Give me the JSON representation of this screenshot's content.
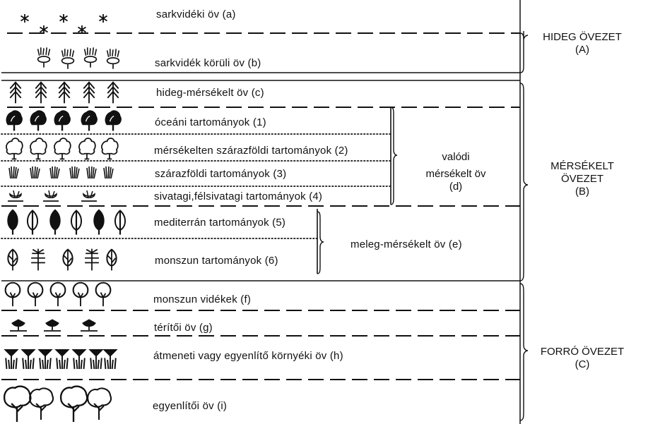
{
  "belts": {
    "a": "sarkvidéki öv (a)",
    "b": "sarkvidék körüli öv (b)",
    "c": "hideg-mérsékelt öv (c)",
    "p1": "óceáni tartományok (1)",
    "p2": "mérsékelten szárazföldi tartományok (2)",
    "p3": "szárazföldi tartományok (3)",
    "p4": "sivatagi,félsivatagi tartományok (4)",
    "p5": "mediterrán tartományok (5)",
    "p6": "monszun tartományok (6)",
    "f": "monszun vidékek (f)",
    "g": "térítői öv (g)",
    "h": "átmeneti vagy egyenlítő környéki öv (h)",
    "i": "egyenlítői öv (i)"
  },
  "groups": {
    "d_line1": "valódi",
    "d_line2": "mérsékelt öv",
    "d_line3": "(d)",
    "e": "meleg-mérsékelt öv (e)"
  },
  "zones": {
    "cold_line1": "HIDEG ÖVEZET",
    "cold_line2": "(A)",
    "temperate_line1": "MÉRSÉKELT",
    "temperate_line2": "ÖVEZET",
    "temperate_line3": "(B)",
    "hot_line1": "FORRÓ ÖVEZET",
    "hot_line2": "(C)"
  },
  "icons": {
    "a": "snowflake-star-icon",
    "b": "tundra-shrub-icon",
    "c": "conifer-tree-icon",
    "p1": "deciduous-tree-dark-icon",
    "p2": "deciduous-tree-outline-icon",
    "p3": "steppe-grass-icon",
    "p4": "desert-shrub-icon",
    "p5": "mediterranean-tree-icon",
    "p6": "monsoon-tree-icon",
    "f": "savanna-tree-icon",
    "g": "tropical-desert-shrub-icon",
    "h": "savanna-grass-tree-icon",
    "i": "rainforest-tree-icon"
  }
}
